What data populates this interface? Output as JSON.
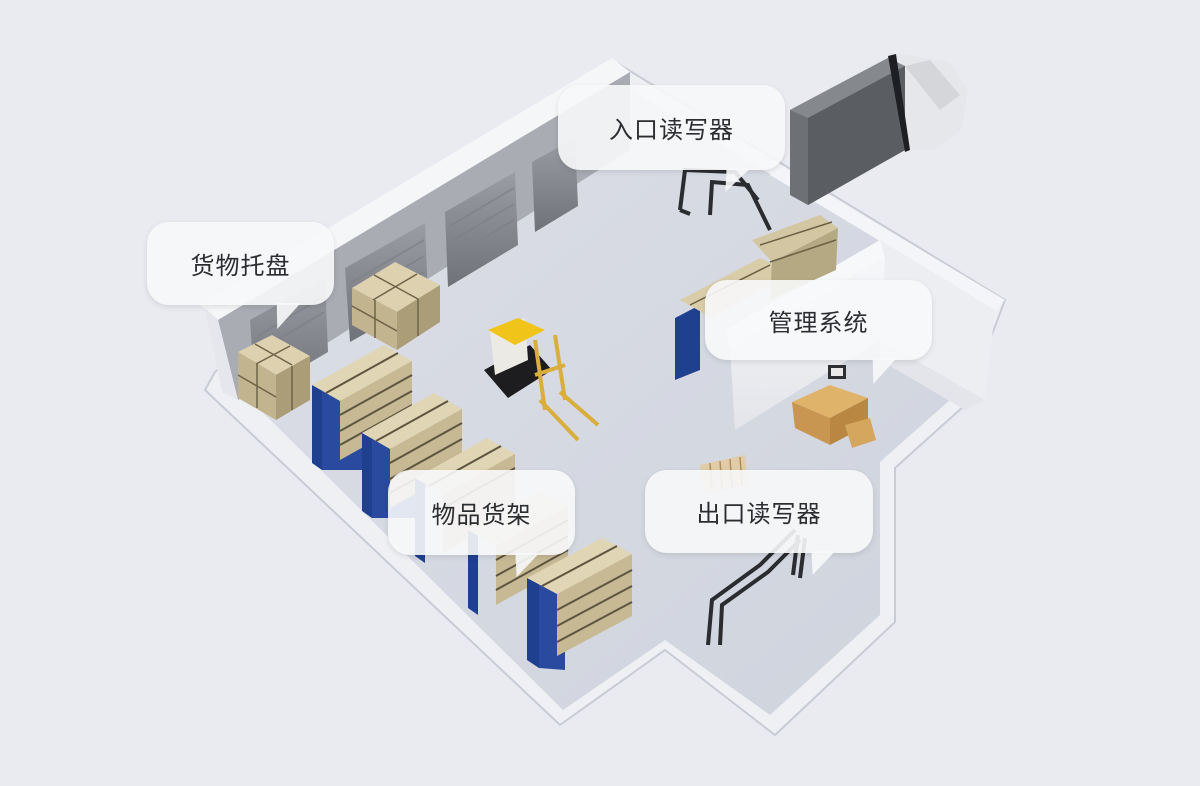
{
  "diagram": {
    "title": "RFID warehouse management system schematic",
    "type": "isometric-illustration",
    "colors": {
      "background": "#e9ebf1",
      "floor": "#d7dae3",
      "wall": "#f3f4f7",
      "shutter_door": "#8d9096",
      "rack_blue": "#1f3f8f",
      "cargo_box": "#cdbf9b",
      "forklift_yellow": "#f0c419",
      "desk_wood": "#d1a45a",
      "truck_box": "#6f7277",
      "bubble_fill": "#f7f8fa",
      "text": "#2b2d31"
    },
    "labels": [
      {
        "id": "entrance-reader",
        "text": "入口读写器"
      },
      {
        "id": "cargo-pallet",
        "text": "货物托盘"
      },
      {
        "id": "management-system",
        "text": "管理系统"
      },
      {
        "id": "item-shelf",
        "text": "物品货架"
      },
      {
        "id": "exit-reader",
        "text": "出口读写器"
      }
    ],
    "objects": {
      "truck": "delivery truck at entrance dock",
      "shutter_doors": 3,
      "pallets": 2,
      "shelves": 6,
      "forklift": 1,
      "office_desk": 1,
      "rfid_gates": 2
    }
  }
}
